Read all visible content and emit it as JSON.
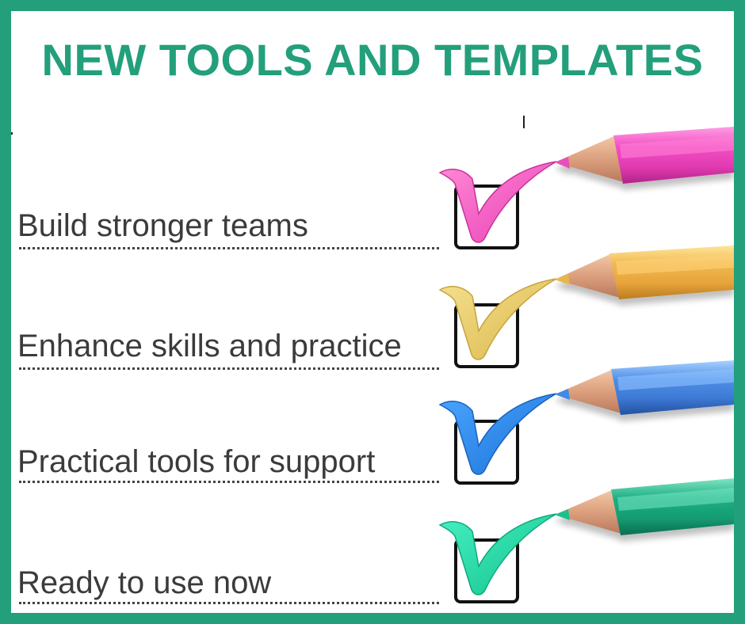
{
  "title": "NEW TOOLS AND TEMPLATES",
  "items": [
    {
      "label": "Build stronger teams",
      "color": "#f060c0",
      "icon": "pink-pencil-checkmark"
    },
    {
      "label": "Enhance skills and practice",
      "color": "#e9cf63",
      "icon": "yellow-pencil-checkmark"
    },
    {
      "label": "Practical tools for support",
      "color": "#2f8fe6",
      "icon": "blue-pencil-checkmark"
    },
    {
      "label": "Ready to use now",
      "color": "#1fd2a3",
      "icon": "green-pencil-checkmark"
    }
  ],
  "colors": {
    "frame": "#239f7b",
    "title": "#239f7b",
    "text": "#3b3b3b"
  }
}
